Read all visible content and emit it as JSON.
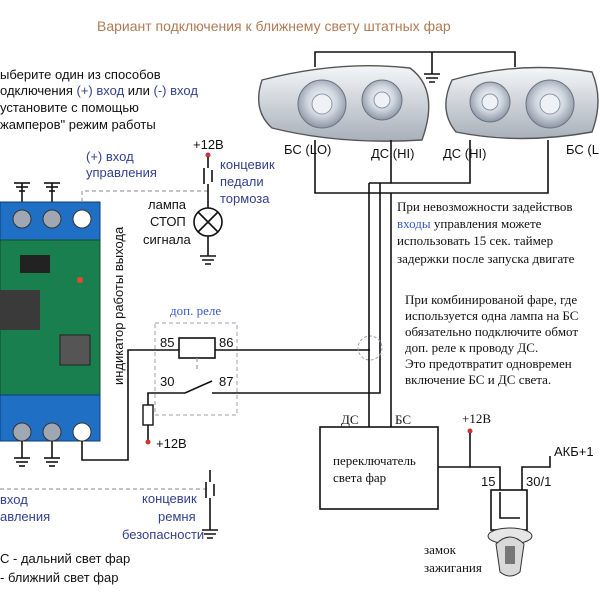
{
  "title": "Вариант подключения к ближнему свету штатных фар",
  "instructions": {
    "line1": "ыберите один из способов",
    "line2_a": "одключения ",
    "line2_plus": "(+) вход",
    "line2_or": " или ",
    "line2_minus": "(-) вход",
    "line3": "установите с помощью",
    "line4": "жамперов\" режим работы"
  },
  "module": {
    "plus_input_label1": "(+) вход",
    "plus_input_label2": "управления",
    "indicator_label": "индикатор работы выхода",
    "minus_input_label1": "вход",
    "minus_input_label2": "авления"
  },
  "brake": {
    "supply": "+12В",
    "switch1": "концевик",
    "switch2": "педали",
    "switch3": "тормоза",
    "lamp1": "лампа",
    "lamp2": "СТОП",
    "lamp3": "сигнала"
  },
  "relay": {
    "title": "доп. реле",
    "pin85": "85",
    "pin86": "86",
    "pin30": "30",
    "pin87": "87",
    "supply": "+12В"
  },
  "belt": {
    "line1": "концевик",
    "line2": "ремня",
    "line3": "безопасности"
  },
  "headlights": {
    "left_lo": "БС (LO)",
    "left_hi": "ДС (HI)",
    "right_hi": "ДС (HI)",
    "right_lo": "БС (L"
  },
  "notes": {
    "timer1": "При невозможности задействов",
    "timer2a": "входы",
    "timer2b": " управления можете",
    "timer3": "использовать 15 сек. таймер",
    "timer4": "задержки после запуска двигате",
    "combo1": "При комбинированой фаре, где",
    "combo2": "используется одна лампа на БС",
    "combo3": "обязательно подключите обмот",
    "combo4": "доп. реле к проводу ДС.",
    "combo5": "Это предотвратит одновремен",
    "combo6": "включение БС и ДС света."
  },
  "switch_box": {
    "ds": "ДС",
    "bs": "БС",
    "label1": "переключатель",
    "label2": "света фар"
  },
  "ignition": {
    "supply": "+12В",
    "battery": "АКБ+1",
    "pin15": "15",
    "pin30": "30/1",
    "label1": "замок",
    "label2": "зажигания"
  },
  "legend": {
    "ds": "С - дальний свет фар",
    "bs": "- ближний свет фар"
  },
  "colors": {
    "blue_text": "#33408f",
    "title": "#b07a55",
    "board": "#1a7f4e",
    "terminal": "#1f6fc4",
    "dashed": "#9aa0aa"
  }
}
